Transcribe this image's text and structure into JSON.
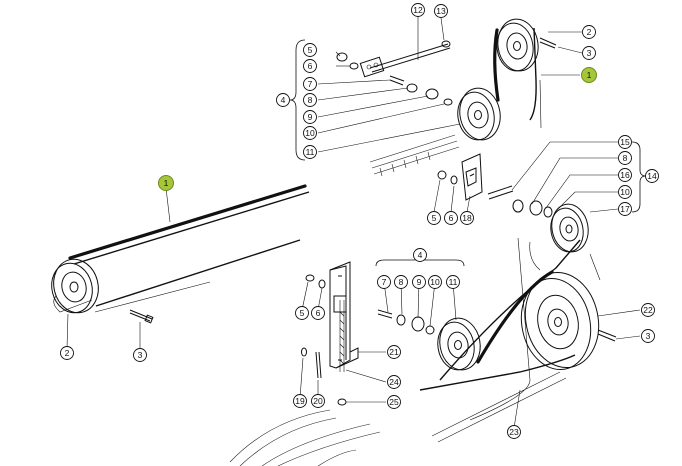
{
  "colors": {
    "highlight": "#a6c63a",
    "ink": "#111111",
    "paper": "#ffffff"
  },
  "callouts": [
    {
      "label": "1",
      "highlight": true
    },
    {
      "label": "1",
      "highlight": true
    },
    {
      "label": "2",
      "highlight": false
    },
    {
      "label": "2",
      "highlight": false
    },
    {
      "label": "3",
      "highlight": false
    },
    {
      "label": "3",
      "highlight": false
    },
    {
      "label": "3",
      "highlight": false
    },
    {
      "label": "4",
      "highlight": false
    },
    {
      "label": "4",
      "highlight": false
    },
    {
      "label": "5",
      "highlight": false
    },
    {
      "label": "5",
      "highlight": false
    },
    {
      "label": "5",
      "highlight": false
    },
    {
      "label": "6",
      "highlight": false
    },
    {
      "label": "6",
      "highlight": false
    },
    {
      "label": "6",
      "highlight": false
    },
    {
      "label": "7",
      "highlight": false
    },
    {
      "label": "7",
      "highlight": false
    },
    {
      "label": "8",
      "highlight": false
    },
    {
      "label": "8",
      "highlight": false
    },
    {
      "label": "8",
      "highlight": false
    },
    {
      "label": "9",
      "highlight": false
    },
    {
      "label": "9",
      "highlight": false
    },
    {
      "label": "10",
      "highlight": false
    },
    {
      "label": "10",
      "highlight": false
    },
    {
      "label": "10",
      "highlight": false
    },
    {
      "label": "11",
      "highlight": false
    },
    {
      "label": "11",
      "highlight": false
    },
    {
      "label": "12",
      "highlight": false
    },
    {
      "label": "13",
      "highlight": false
    },
    {
      "label": "14",
      "highlight": false
    },
    {
      "label": "15",
      "highlight": false
    },
    {
      "label": "16",
      "highlight": false
    },
    {
      "label": "17",
      "highlight": false
    },
    {
      "label": "18",
      "highlight": false
    },
    {
      "label": "19",
      "highlight": false
    },
    {
      "label": "20",
      "highlight": false
    },
    {
      "label": "21",
      "highlight": false
    },
    {
      "label": "22",
      "highlight": false
    },
    {
      "label": "23",
      "highlight": false
    },
    {
      "label": "24",
      "highlight": false
    },
    {
      "label": "25",
      "highlight": false
    }
  ]
}
